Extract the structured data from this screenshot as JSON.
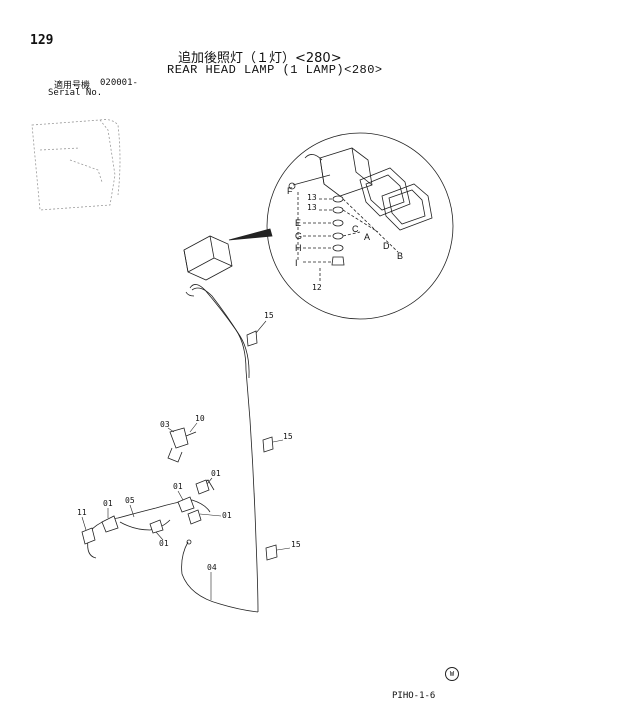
{
  "header": {
    "page_number": "129",
    "title_jp": "追加後照灯（１灯）<280>",
    "title_en": "REAR HEAD LAMP (1 LAMP)<280>",
    "serial_label_jp": "適用号機",
    "serial_value": "020001-",
    "serial_label_en": "Serial No."
  },
  "callouts": {
    "F": "F",
    "E": "E",
    "G": "G",
    "H": "H",
    "I": "I",
    "A": "A",
    "B": "B",
    "C": "C",
    "D": "D",
    "p13a": "13",
    "p13b": "13",
    "p12": "12",
    "p15a": "15",
    "p15b": "15",
    "p15c": "15",
    "p10": "10",
    "p03": "03",
    "p01a": "01",
    "p01b": "01",
    "p01c": "01",
    "p01d": "01",
    "p01e": "01",
    "p05": "05",
    "p11": "11",
    "p04": "04"
  },
  "footer": {
    "code": "PIHO-1-6",
    "mark": "W"
  }
}
